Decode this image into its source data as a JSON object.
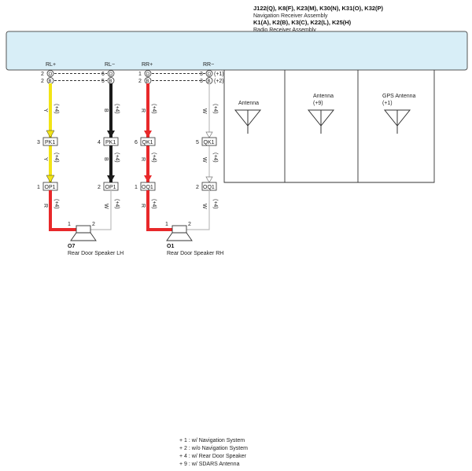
{
  "header": {
    "line1": "J122(Q), K8(F), K23(M), K30(N), K31(O), K32(P)",
    "line2": "Navigation Receiver Assembly",
    "line3": "K1(A), K2(B), K3(C), K22(L), K25(H)",
    "line4": "Radio Receiver Assembly"
  },
  "terminals": {
    "rl_plus": "RL+",
    "rl_minus": "RL−",
    "rr_plus": "RR+",
    "rr_minus": "RR−"
  },
  "pins": {
    "c1_top": "2",
    "c1_top_conn": "O",
    "c1_bot": "2",
    "c1_bot_conn": "B",
    "c2_top": "6",
    "c2_top_conn": "O",
    "c2_bot": "5",
    "c2_bot_conn": "B",
    "c3_top": "1",
    "c3_top_conn": "O",
    "c3_bot": "2",
    "c3_bot_conn": "B",
    "c4_top": "3",
    "c4_top_conn": "O",
    "c4_bot": "3",
    "c4_bot_conn": "B",
    "c4_top_note": "(+1)",
    "c4_bot_note": "(+2)"
  },
  "wires": {
    "c1_color": "Y",
    "c2_color": "B",
    "c3_color": "R",
    "c4_color": "W",
    "lower_c1": "R",
    "lower_c2": "W",
    "lower_c3": "R",
    "lower_c4": "W",
    "note": "(+4)"
  },
  "junctions": {
    "pk1_a_pin": "3",
    "pk1_a": "PK1",
    "pk1_b_pin": "4",
    "pk1_b": "PK1",
    "qk1_a_pin": "6",
    "qk1_a": "QK1",
    "qk1_b_pin": "5",
    "qk1_b": "QK1",
    "op1_a_pin": "1",
    "op1_a": "OP1",
    "op1_b_pin": "2",
    "op1_b": "OP1",
    "oq1_a_pin": "1",
    "oq1_a": "OQ1",
    "oq1_b_pin": "2",
    "oq1_b": "OQ1"
  },
  "speakers": {
    "left_code": "O7",
    "left_name": "Rear Door Speaker LH",
    "left_pin1": "1",
    "left_pin2": "2",
    "right_code": "O1",
    "right_name": "Rear Door Speaker RH",
    "right_pin1": "1",
    "right_pin2": "2"
  },
  "antennas": {
    "a1_label": "Antenna",
    "a2_label": "Antenna",
    "a2_note": "(+9)",
    "a3_label": "GPS Antenna",
    "a3_note": "(+1)"
  },
  "notes": [
    "+ 1 : w/ Navigation System",
    "+ 2 : w/o Navigation System",
    "+ 4 : w/ Rear Door Speaker",
    "+ 9 : w/ SDARS Antenna"
  ],
  "colors": {
    "unit_fill": "#d8eef7",
    "yellow_wire": "#f2e416",
    "black_wire": "#1a1a1a",
    "red_wire": "#e8282a",
    "white_wire": "#bdbdbd"
  }
}
